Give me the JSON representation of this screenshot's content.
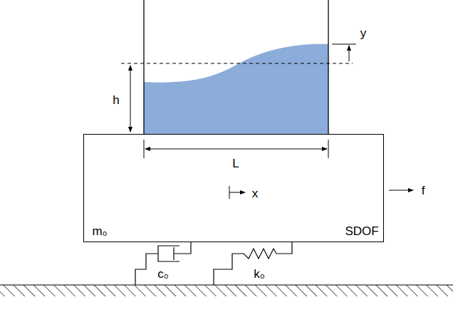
{
  "diagram": {
    "nodes": [
      {
        "text": [
          "x",
          "m₀",
          "SDOF"
        ]
      }
    ],
    "labels": [
      "h",
      "L",
      "y",
      "f",
      "c₀",
      "k₀"
    ]
  }
}
